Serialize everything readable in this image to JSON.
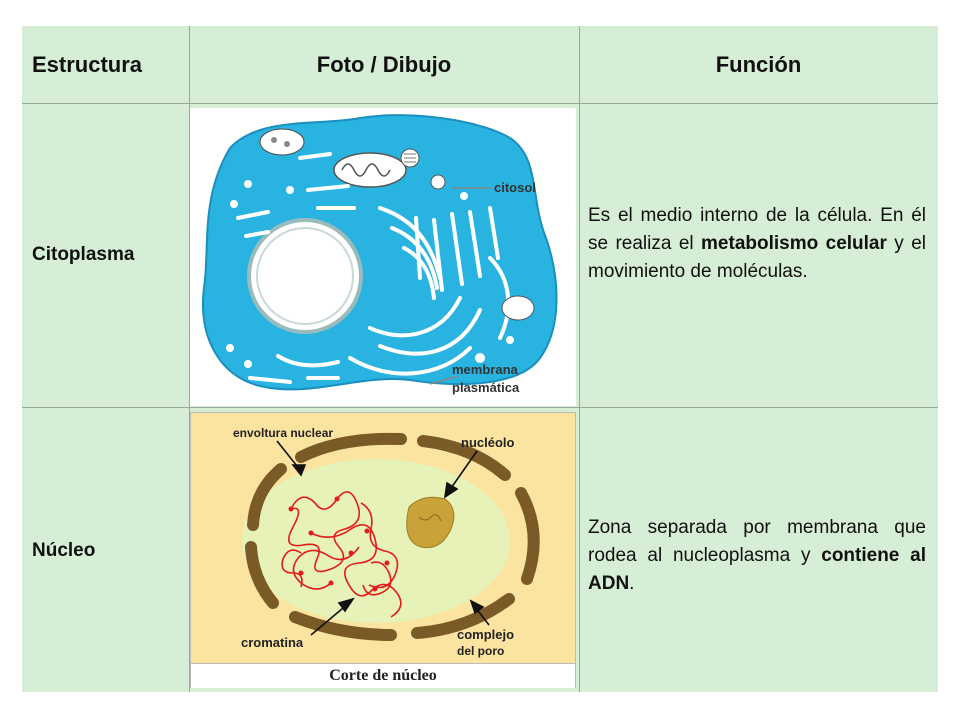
{
  "table": {
    "headers": {
      "structure": "Estructura",
      "image": "Foto / Dibujo",
      "function": "Función"
    },
    "rows": [
      {
        "name": "Citoplasma",
        "function_parts": [
          {
            "text": "Es el medio interno de la célula. En él se realiza el ",
            "bold": false
          },
          {
            "text": "metabolismo celular",
            "bold": true
          },
          {
            "text": " y el movimiento de moléculas.",
            "bold": false
          }
        ],
        "figure_labels": {
          "citosol": "citosol",
          "membrana_1": "membrana",
          "membrana_2": "plasmática"
        }
      },
      {
        "name": "Núcleo",
        "function_parts": [
          {
            "text": "Zona separada por membrana que rodea al nucleoplasma y ",
            "bold": false
          },
          {
            "text": "contiene al ADN",
            "bold": true
          },
          {
            "text": ".",
            "bold": false
          }
        ],
        "figure_labels": {
          "envoltura": "envoltura nuclear",
          "nucleolo": "nucléolo",
          "cromatina": "cromatina",
          "complejo_1": "complejo",
          "complejo_2": "del poro",
          "caption": "Corte de núcleo"
        }
      }
    ]
  },
  "colors": {
    "table_bg": "#d6eed6",
    "cell_blue": "#29b3e0",
    "nucleus_bg": "#fbe4a0",
    "nucleus_inner": "#e6f2b8",
    "envelope": "#7a5a26",
    "chromatin": "#e21b1b",
    "nucleolus": "#c9a23a"
  }
}
